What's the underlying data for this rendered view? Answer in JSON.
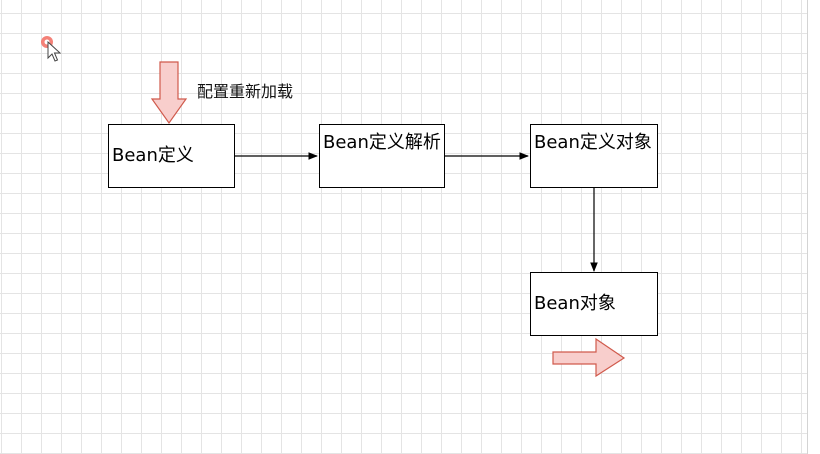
{
  "diagram": {
    "reload_label": "配置重新加载",
    "nodes": {
      "bean_def": "Bean定义",
      "bean_def_parse": "Bean定义解析",
      "bean_def_obj": "Bean定义对象",
      "bean_obj": "Bean对象"
    },
    "colors": {
      "block_arrow_fill": "#f8cecc",
      "block_arrow_stroke": "#d05a4c",
      "edge": "#000000",
      "grid": "#e4e4e4"
    }
  },
  "cursor": {
    "icon": "cursor-with-click-marker-icon"
  }
}
